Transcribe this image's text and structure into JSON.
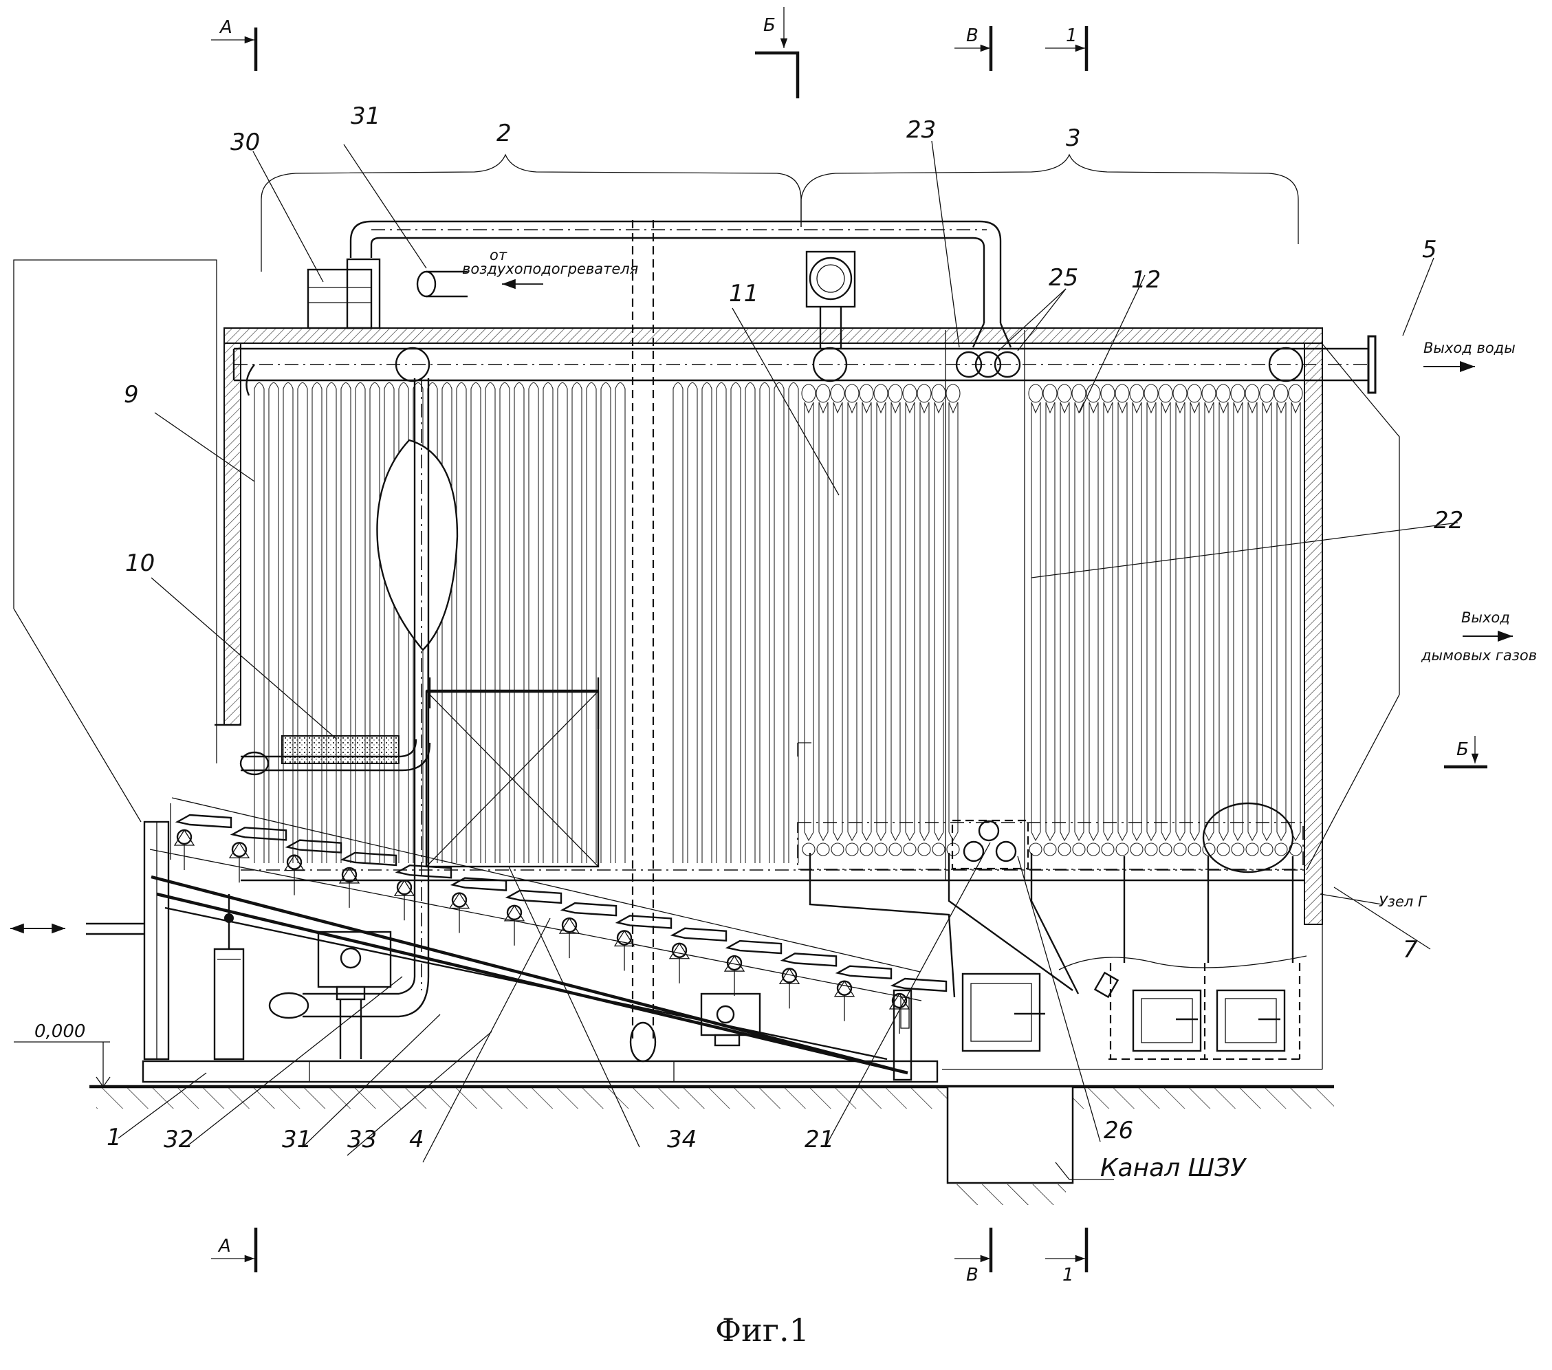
{
  "figure": {
    "caption": "Фиг.1",
    "level_mark": "0,000",
    "section_markers": {
      "a_top": "А",
      "a_bottom": "А",
      "b_top": "Б",
      "b_side": "Б",
      "v_top": "В",
      "v_bottom": "В",
      "one_top": "1",
      "one_bottom": "1"
    },
    "annotations": {
      "from_air_heater_1": "от",
      "from_air_heater_2": "воздухоподогревателя",
      "water_out": "Выход воды",
      "flue_gas_out_1": "Выход",
      "flue_gas_out_2": "дымовых газов",
      "node_g": "Узел Г",
      "ash_channel": "Канал ШЗУ"
    },
    "callouts": {
      "c1": "1",
      "c2": "2",
      "c3": "3",
      "c4": "4",
      "c5": "5",
      "c7": "7",
      "c9": "9",
      "c10": "10",
      "c11": "11",
      "c12": "12",
      "c21": "21",
      "c22": "22",
      "c23": "23",
      "c25": "25",
      "c26": "26",
      "c30": "30",
      "c31_top": "31",
      "c31_bottom": "31",
      "c32": "32",
      "c33": "33",
      "c34": "34"
    }
  }
}
